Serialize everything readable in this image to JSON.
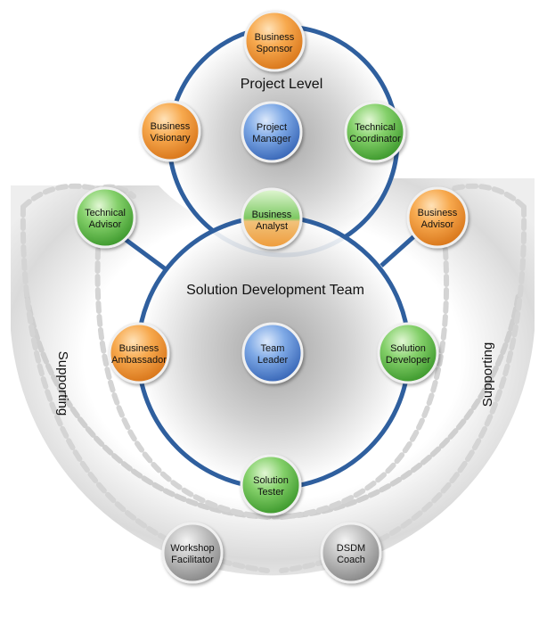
{
  "regions": {
    "project_level": "Project Level",
    "solution_team": "Solution Development Team",
    "supporting_left": "Supporting",
    "supporting_right": "Supporting"
  },
  "roles": {
    "business_sponsor": {
      "line1": "Business",
      "line2": "Sponsor",
      "color": "orange"
    },
    "business_visionary": {
      "line1": "Business",
      "line2": "Visionary",
      "color": "orange"
    },
    "project_manager": {
      "line1": "Project",
      "line2": "Manager",
      "color": "blue"
    },
    "technical_coordinator": {
      "line1": "Technical",
      "line2": "Coordinator",
      "color": "green"
    },
    "business_analyst": {
      "line1": "Business",
      "line2": "Analyst",
      "color": "green-orange"
    },
    "technical_advisor": {
      "line1": "Technical",
      "line2": "Advisor",
      "color": "green"
    },
    "business_advisor": {
      "line1": "Business",
      "line2": "Advisor",
      "color": "orange"
    },
    "business_ambassador": {
      "line1": "Business",
      "line2": "Ambassador",
      "color": "orange"
    },
    "team_leader": {
      "line1": "Team",
      "line2": "Leader",
      "color": "blue"
    },
    "solution_developer": {
      "line1": "Solution",
      "line2": "Developer",
      "color": "green"
    },
    "solution_tester": {
      "line1": "Solution",
      "line2": "Tester",
      "color": "green"
    },
    "workshop_facilitator": {
      "line1": "Workshop",
      "line2": "Facilitator",
      "color": "gray"
    },
    "dsdm_coach": {
      "line1": "DSDM",
      "line2": "Coach",
      "color": "gray"
    }
  },
  "colors": {
    "ring": "#2f5f9e",
    "orange": "#f39a3a",
    "green": "#6cc255",
    "blue": "#5b8fd8",
    "gray": "#a8a8a8",
    "dash": "#d0d0d0"
  }
}
